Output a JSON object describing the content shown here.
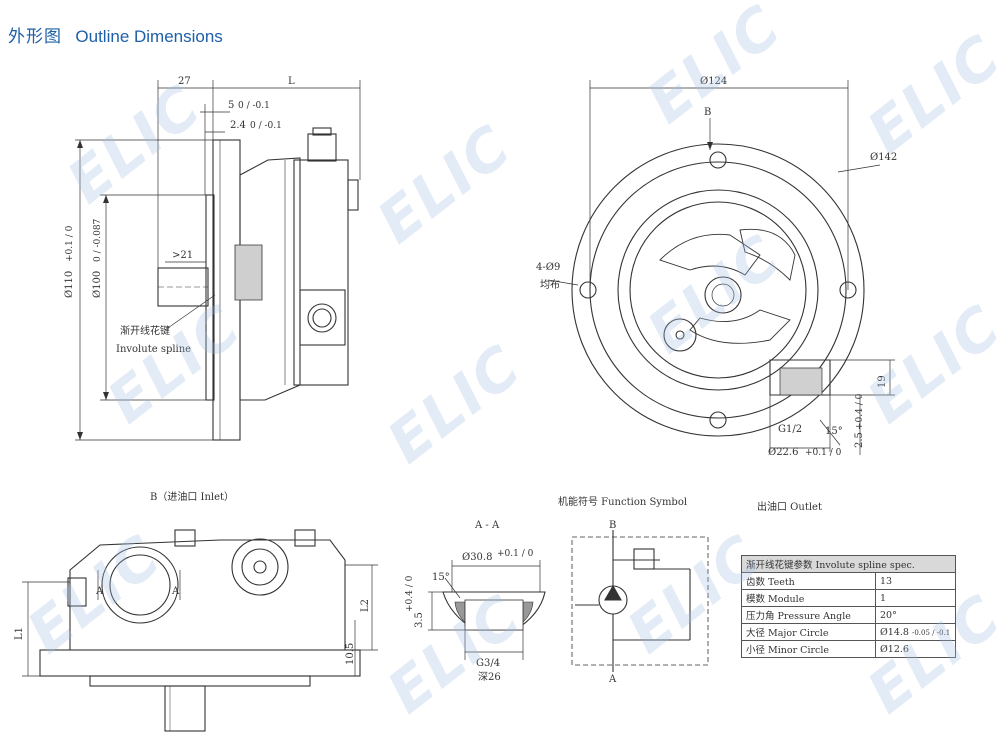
{
  "header": {
    "title_cn": "外形图",
    "title_en": "Outline Dimensions"
  },
  "watermark": "ELIC",
  "colors": {
    "title_blue": "#1d5fa8",
    "line": "#333333",
    "watermark": "#a0bee1"
  },
  "side_view": {
    "dim_27": "27",
    "dim_L": "L",
    "dim_5": "5",
    "dim_5_tol": "0 / -0.1",
    "dim_2_4": "2.4",
    "dim_2_4_tol": "0 / -0.1",
    "dim_21": ">21",
    "dim_110": "Ø110",
    "dim_110_tol": "+0.1 / 0",
    "dim_100": "Ø100",
    "dim_100_tol": "0 / -0.087",
    "spline_cn": "渐开线花键",
    "spline_en": "Involute spline"
  },
  "front_view": {
    "dim_124": "Ø124",
    "dim_142": "Ø142",
    "label_B": "B",
    "holes": "4-Ø9",
    "holes_cn": "均布",
    "port": "G1/2",
    "angle_15": "15°",
    "dim_22_6": "Ø22.6",
    "dim_22_6_tol": "+0.1 / 0",
    "dim_2_5": "2.5",
    "dim_2_5_tol": "+0.4 / 0",
    "dim_19": "19",
    "outlet": "出油口 Outlet"
  },
  "bottom_view": {
    "inlet": "B（进油口 Inlet）",
    "A_left": "A",
    "A_right": "A",
    "L1": "L1",
    "L2": "L2",
    "dim_10_5": "10.5"
  },
  "section_AA": {
    "title": "A - A",
    "dim_30_8": "Ø30.8",
    "dim_30_8_tol": "+0.1 / 0",
    "angle_15": "15°",
    "dim_3_5": "3.5",
    "dim_3_5_tol": "+0.4 / 0",
    "thread": "G3/4",
    "depth": "深26"
  },
  "function_symbol": {
    "title": "机能符号 Function Symbol",
    "B": "B",
    "A": "A"
  },
  "spline_table": {
    "title": "渐开线花键参数 Involute spline spec.",
    "rows": [
      {
        "param": "齿数 Teeth",
        "value": "13"
      },
      {
        "param": "模数 Module",
        "value": "1"
      },
      {
        "param": "压力角 Pressure Angle",
        "value": "20°"
      },
      {
        "param": "大径 Major Circle",
        "value": "Ø14.8"
      },
      {
        "param": "小径 Minor Circle",
        "value": "Ø12.6"
      }
    ],
    "major_tol": "-0.05 / -0.1"
  }
}
